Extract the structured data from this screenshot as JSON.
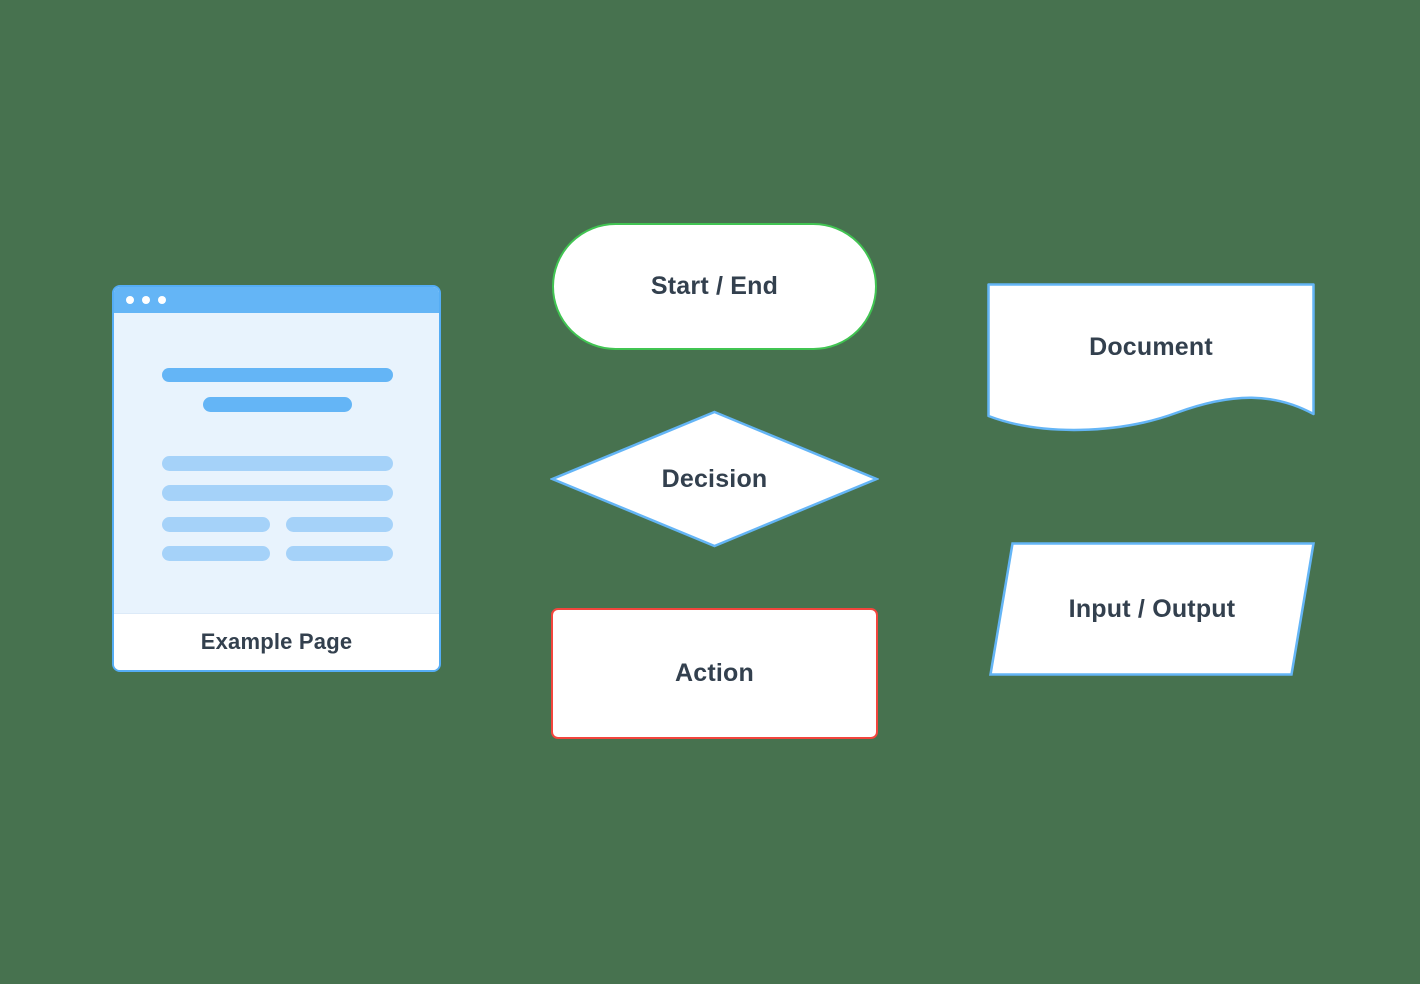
{
  "canvas": {
    "background_color": "#47724F",
    "text_color": "#33404E"
  },
  "browser_mockup": {
    "label": "Example Page",
    "border_color": "#55ADF5",
    "header_color": "#64B5F6",
    "body_color": "#E8F3FD",
    "footer_color": "#FFFFFF",
    "window_dots": 3,
    "content_bars": {
      "dark_color": "#64B5F6",
      "light_color": "#A5D2F9",
      "rows": [
        "long-dark",
        "medium-dark-centered",
        "long-light",
        "long-light",
        "half-light-pair",
        "half-light-pair"
      ]
    }
  },
  "shapes": {
    "start_end": {
      "type": "stadium",
      "label": "Start / End",
      "border_color": "#41C452",
      "fill_color": "#FFFFFF"
    },
    "decision": {
      "type": "diamond",
      "label": "Decision",
      "border_color": "#64B5F6",
      "fill_color": "#FFFFFF"
    },
    "action": {
      "type": "rectangle",
      "label": "Action",
      "border_color": "#F2453D",
      "fill_color": "#FFFFFF"
    },
    "document": {
      "type": "document",
      "label": "Document",
      "border_color": "#64B5F6",
      "fill_color": "#FFFFFF"
    },
    "input_output": {
      "type": "parallelogram",
      "label": "Input / Output",
      "border_color": "#64B5F6",
      "fill_color": "#FFFFFF"
    }
  }
}
